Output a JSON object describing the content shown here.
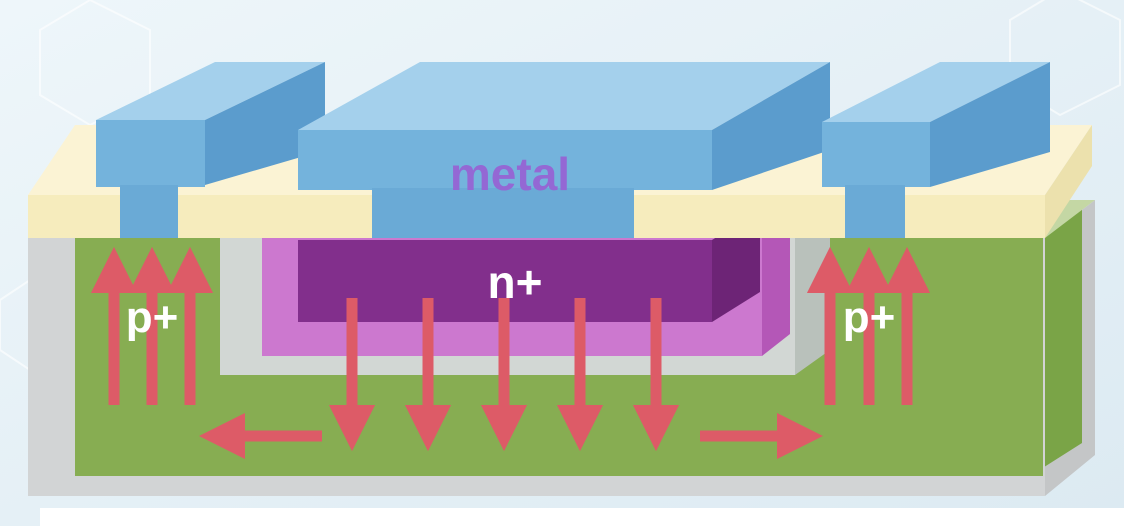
{
  "diagram": {
    "labels": {
      "metal": "metal",
      "n_plus": "n+",
      "p_plus_left": "p+",
      "p_plus_right": "p+"
    },
    "colors": {
      "background": "#e6f1f7",
      "metal_front": "#74b3dc",
      "metal_top": "#a4d0ec",
      "metal_side": "#5b9ccd",
      "oxide_front": "#f6ecbd",
      "oxide_top": "#fbf3d4",
      "substrate_green": "#87ad52",
      "substrate_top": "#c4d7a4",
      "substrate_side": "#6f9640",
      "gray_shell": "#cfd1d2",
      "pink_region": "#cc78cf",
      "n_plus_dark": "#822f8c",
      "arrow_red": "#dd5b67",
      "metal_text": "#9468d4",
      "white_text": "#ffffff"
    }
  }
}
